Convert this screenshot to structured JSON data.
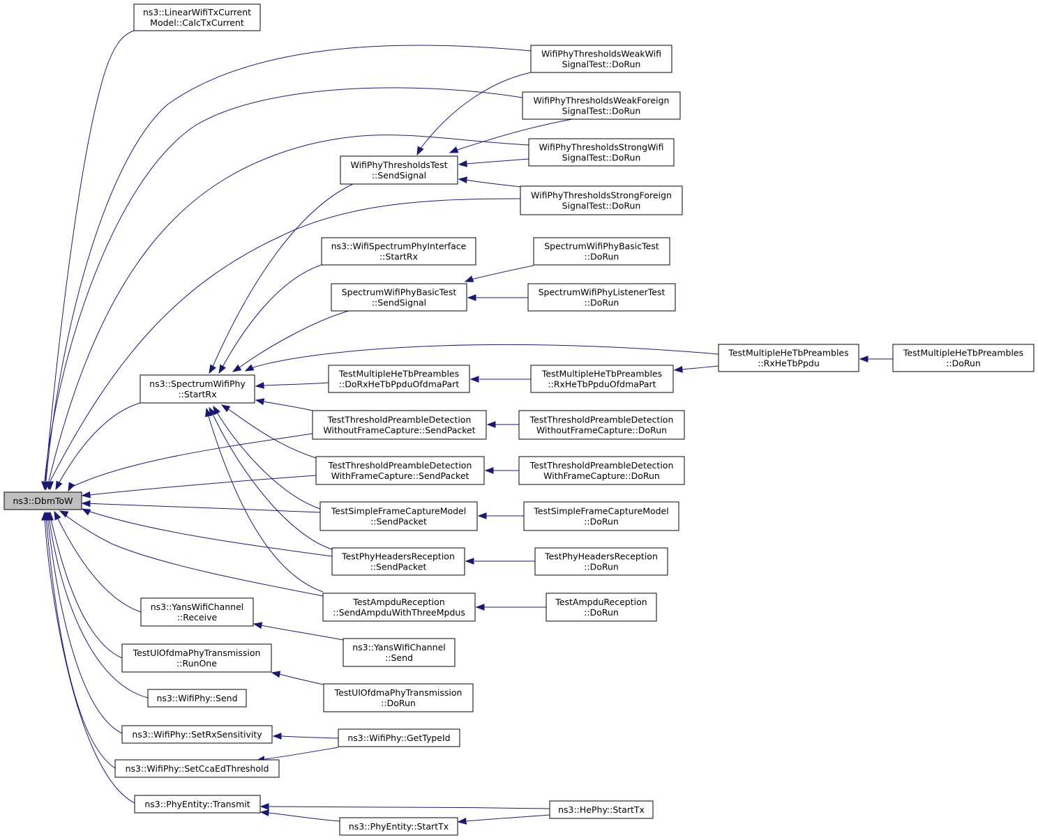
{
  "colors": {
    "edge": "#191970",
    "node_border": "#000000",
    "node_fill": "#ffffff",
    "root_fill": "#bfbfbf"
  },
  "nodes": {
    "n0": {
      "lines": [
        "ns3::DbmToW"
      ],
      "root": true
    },
    "n1": {
      "lines": [
        "ns3::LinearWifiTxCurrent",
        "Model::CalcTxCurrent"
      ]
    },
    "n2": {
      "lines": [
        "WifiPhyThresholdsWeakWifi",
        "SignalTest::DoRun"
      ]
    },
    "n3": {
      "lines": [
        "WifiPhyThresholdsWeakForeign",
        "SignalTest::DoRun"
      ]
    },
    "n4": {
      "lines": [
        "WifiPhyThresholdsStrongWifi",
        "SignalTest::DoRun"
      ]
    },
    "n5": {
      "lines": [
        "WifiPhyThresholdsStrongForeign",
        "SignalTest::DoRun"
      ]
    },
    "n6": {
      "lines": [
        "WifiPhyThresholdsTest",
        "::SendSignal"
      ]
    },
    "n7": {
      "lines": [
        "ns3::WifiSpectrumPhyInterface",
        "::StartRx"
      ]
    },
    "n8": {
      "lines": [
        "SpectrumWifiPhyBasicTest",
        "::DoRun"
      ]
    },
    "n9": {
      "lines": [
        "SpectrumWifiPhyBasicTest",
        "::SendSignal"
      ]
    },
    "n10": {
      "lines": [
        "SpectrumWifiPhyListenerTest",
        "::DoRun"
      ]
    },
    "n11": {
      "lines": [
        "TestMultipleHeTbPreambles",
        "::RxHeTbPpdu"
      ]
    },
    "n12": {
      "lines": [
        "TestMultipleHeTbPreambles",
        "::DoRun"
      ]
    },
    "n13": {
      "lines": [
        "ns3::SpectrumWifiPhy",
        "::StartRx"
      ]
    },
    "n14": {
      "lines": [
        "TestMultipleHeTbPreambles",
        "::DoRxHeTbPpduOfdmaPart"
      ]
    },
    "n15": {
      "lines": [
        "TestMultipleHeTbPreambles",
        "::RxHeTbPpduOfdmaPart"
      ]
    },
    "n16": {
      "lines": [
        "TestThresholdPreambleDetection",
        "WithoutFrameCapture::SendPacket"
      ]
    },
    "n17": {
      "lines": [
        "TestThresholdPreambleDetection",
        "WithoutFrameCapture::DoRun"
      ]
    },
    "n18": {
      "lines": [
        "TestThresholdPreambleDetection",
        "WithFrameCapture::SendPacket"
      ]
    },
    "n19": {
      "lines": [
        "TestThresholdPreambleDetection",
        "WithFrameCapture::DoRun"
      ]
    },
    "n20": {
      "lines": [
        "TestSimpleFrameCaptureModel",
        "::SendPacket"
      ]
    },
    "n21": {
      "lines": [
        "TestSimpleFrameCaptureModel",
        "::DoRun"
      ]
    },
    "n22": {
      "lines": [
        "TestPhyHeadersReception",
        "::SendPacket"
      ]
    },
    "n23": {
      "lines": [
        "TestPhyHeadersReception",
        "::DoRun"
      ]
    },
    "n24": {
      "lines": [
        "TestAmpduReception",
        "::SendAmpduWithThreeMpdus"
      ]
    },
    "n25": {
      "lines": [
        "TestAmpduReception",
        "::DoRun"
      ]
    },
    "n26": {
      "lines": [
        "ns3::YansWifiChannel",
        "::Receive"
      ]
    },
    "n27": {
      "lines": [
        "ns3::YansWifiChannel",
        "::Send"
      ]
    },
    "n28": {
      "lines": [
        "TestUlOfdmaPhyTransmission",
        "::RunOne"
      ]
    },
    "n29": {
      "lines": [
        "TestUlOfdmaPhyTransmission",
        "::DoRun"
      ]
    },
    "n30": {
      "lines": [
        "ns3::WifiPhy::Send"
      ]
    },
    "n31": {
      "lines": [
        "ns3::WifiPhy::SetRxSensitivity"
      ]
    },
    "n32": {
      "lines": [
        "ns3::WifiPhy::GetTypeId"
      ]
    },
    "n33": {
      "lines": [
        "ns3::WifiPhy::SetCcaEdThreshold"
      ]
    },
    "n34": {
      "lines": [
        "ns3::PhyEntity::Transmit"
      ]
    },
    "n35": {
      "lines": [
        "ns3::HePhy::StartTx"
      ]
    },
    "n36": {
      "lines": [
        "ns3::PhyEntity::StartTx"
      ]
    }
  },
  "edges": [
    {
      "from": "n1",
      "to": "n0"
    },
    {
      "from": "n2",
      "to": "n0"
    },
    {
      "from": "n3",
      "to": "n0"
    },
    {
      "from": "n4",
      "to": "n0"
    },
    {
      "from": "n5",
      "to": "n0"
    },
    {
      "from": "n13",
      "to": "n0"
    },
    {
      "from": "n16",
      "to": "n0"
    },
    {
      "from": "n18",
      "to": "n0"
    },
    {
      "from": "n20",
      "to": "n0"
    },
    {
      "from": "n22",
      "to": "n0"
    },
    {
      "from": "n24",
      "to": "n0"
    },
    {
      "from": "n26",
      "to": "n0"
    },
    {
      "from": "n28",
      "to": "n0"
    },
    {
      "from": "n30",
      "to": "n0"
    },
    {
      "from": "n31",
      "to": "n0"
    },
    {
      "from": "n33",
      "to": "n0"
    },
    {
      "from": "n34",
      "to": "n0"
    },
    {
      "from": "n2",
      "to": "n6"
    },
    {
      "from": "n3",
      "to": "n6"
    },
    {
      "from": "n4",
      "to": "n6"
    },
    {
      "from": "n5",
      "to": "n6"
    },
    {
      "from": "n6",
      "to": "n13"
    },
    {
      "from": "n7",
      "to": "n13"
    },
    {
      "from": "n9",
      "to": "n13"
    },
    {
      "from": "n11",
      "to": "n13"
    },
    {
      "from": "n14",
      "to": "n13"
    },
    {
      "from": "n16",
      "to": "n13"
    },
    {
      "from": "n18",
      "to": "n13"
    },
    {
      "from": "n20",
      "to": "n13"
    },
    {
      "from": "n22",
      "to": "n13"
    },
    {
      "from": "n24",
      "to": "n13"
    },
    {
      "from": "n8",
      "to": "n9"
    },
    {
      "from": "n10",
      "to": "n9"
    },
    {
      "from": "n15",
      "to": "n14"
    },
    {
      "from": "n11",
      "to": "n15"
    },
    {
      "from": "n12",
      "to": "n11"
    },
    {
      "from": "n17",
      "to": "n16"
    },
    {
      "from": "n19",
      "to": "n18"
    },
    {
      "from": "n21",
      "to": "n20"
    },
    {
      "from": "n23",
      "to": "n22"
    },
    {
      "from": "n25",
      "to": "n24"
    },
    {
      "from": "n27",
      "to": "n26"
    },
    {
      "from": "n29",
      "to": "n28"
    },
    {
      "from": "n32",
      "to": "n31"
    },
    {
      "from": "n32",
      "to": "n33"
    },
    {
      "from": "n35",
      "to": "n34"
    },
    {
      "from": "n36",
      "to": "n34"
    },
    {
      "from": "n35",
      "to": "n36"
    }
  ]
}
